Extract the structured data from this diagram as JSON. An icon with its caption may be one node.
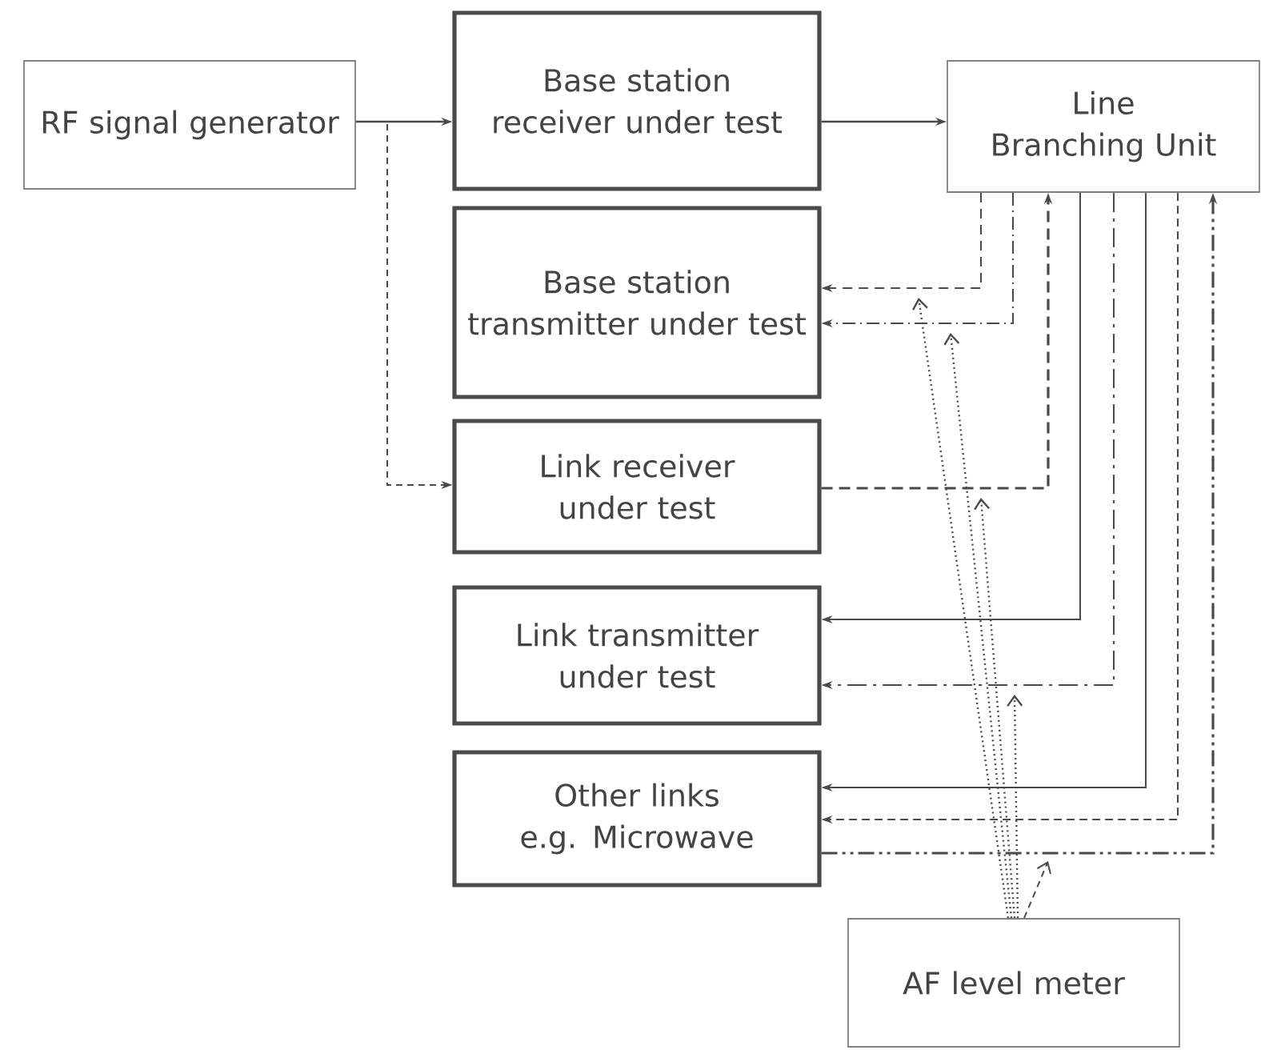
{
  "diagram": {
    "nodes": [
      {
        "text": [
          "RF signal generator"
        ]
      },
      {
        "text": [
          "Base station receiver under test"
        ]
      },
      {
        "text": [
          "Base station transmitter under test"
        ]
      },
      {
        "text": [
          "Link receiver under test"
        ]
      },
      {
        "text": [
          "Link transmitter under test"
        ]
      },
      {
        "text": [
          "Other links e.g. Microwave"
        ]
      },
      {
        "text": [
          "Line Branching Unit"
        ]
      },
      {
        "text": [
          "AF level meter"
        ]
      }
    ],
    "edges": [
      {
        "from": 0,
        "to": 1,
        "arrow": "to"
      },
      {
        "from": 0,
        "to": 3,
        "arrow": "to",
        "style": "dashed"
      },
      {
        "from": 1,
        "to": 6,
        "arrow": "to"
      },
      {
        "from": 6,
        "to": 2,
        "arrow": "to",
        "style": "dashed"
      },
      {
        "from": 6,
        "to": 2,
        "arrow": "to",
        "style": "dashed"
      },
      {
        "from": 3,
        "to": 6,
        "arrow": "to",
        "style": "dashed"
      },
      {
        "from": 6,
        "to": 4,
        "arrow": "to"
      },
      {
        "from": 6,
        "to": 4,
        "arrow": "to",
        "style": "dashed"
      },
      {
        "from": 6,
        "to": 5,
        "arrow": "to"
      },
      {
        "from": 6,
        "to": 5,
        "arrow": "to",
        "style": "dashed"
      },
      {
        "from": 5,
        "to": 6,
        "arrow": "to",
        "style": "dashed"
      },
      {
        "from": 7,
        "to": null,
        "arrow": "to",
        "style": "dashed"
      },
      {
        "from": 7,
        "to": null,
        "arrow": "to",
        "style": "dashed"
      },
      {
        "from": 7,
        "to": null,
        "arrow": "to",
        "style": "dashed"
      },
      {
        "from": 7,
        "to": null,
        "arrow": "to",
        "style": "dashed"
      },
      {
        "from": 7,
        "to": null,
        "arrow": "to",
        "style": "dashed"
      }
    ]
  }
}
